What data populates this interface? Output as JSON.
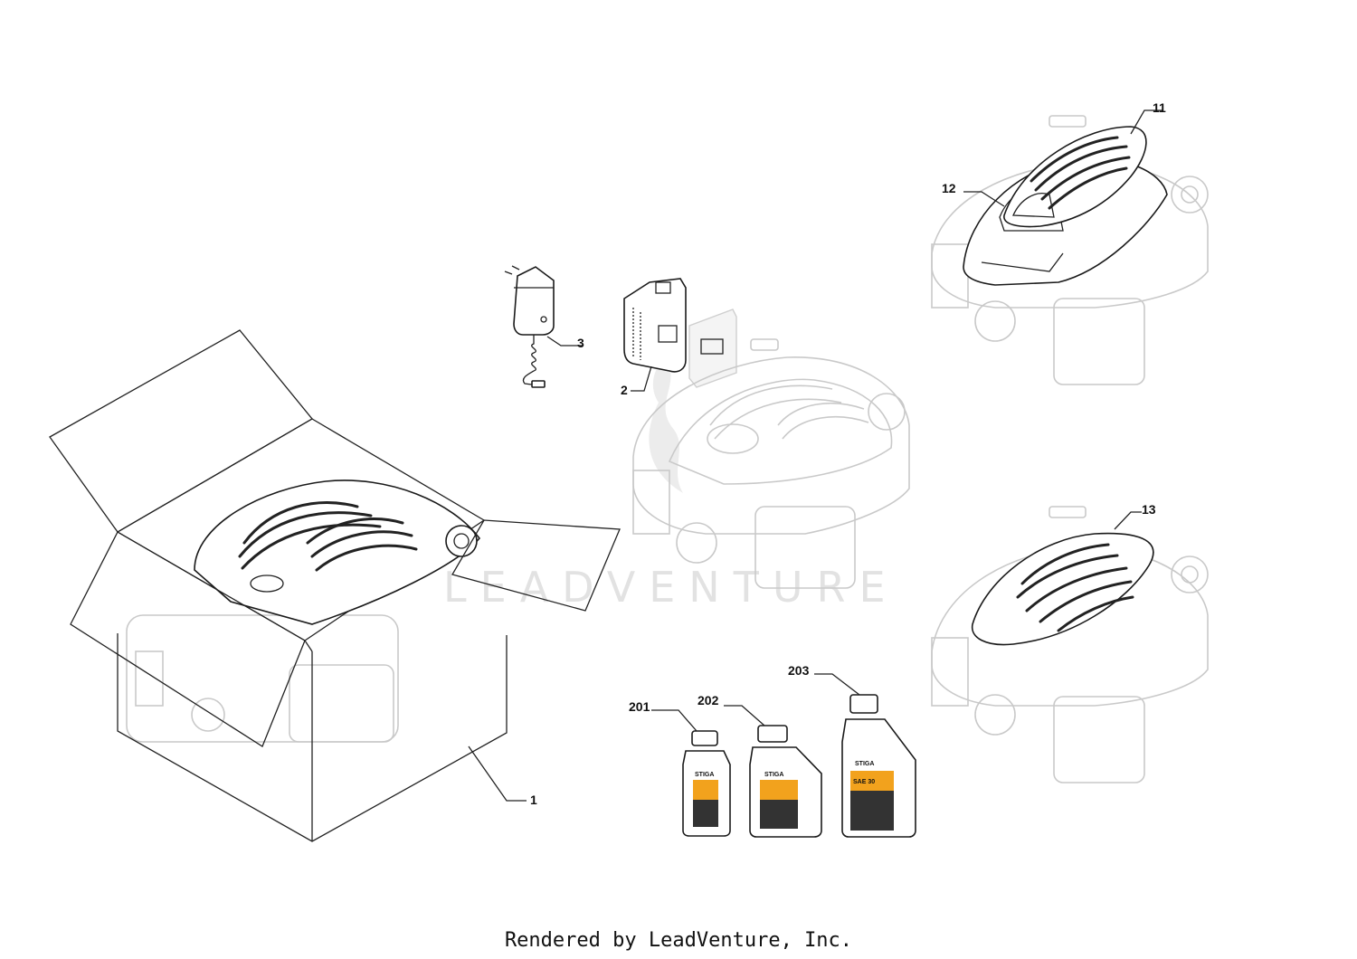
{
  "watermark": "LEADVENTURE",
  "footer": "Rendered by LeadVenture, Inc.",
  "callouts": {
    "c1": "1",
    "c2": "2",
    "c3": "3",
    "c11": "11",
    "c12": "12",
    "c13": "13",
    "c201": "201",
    "c202": "202",
    "c203": "203"
  },
  "bottle_brand": "STIGA",
  "bottle_grade": "SAE 30"
}
